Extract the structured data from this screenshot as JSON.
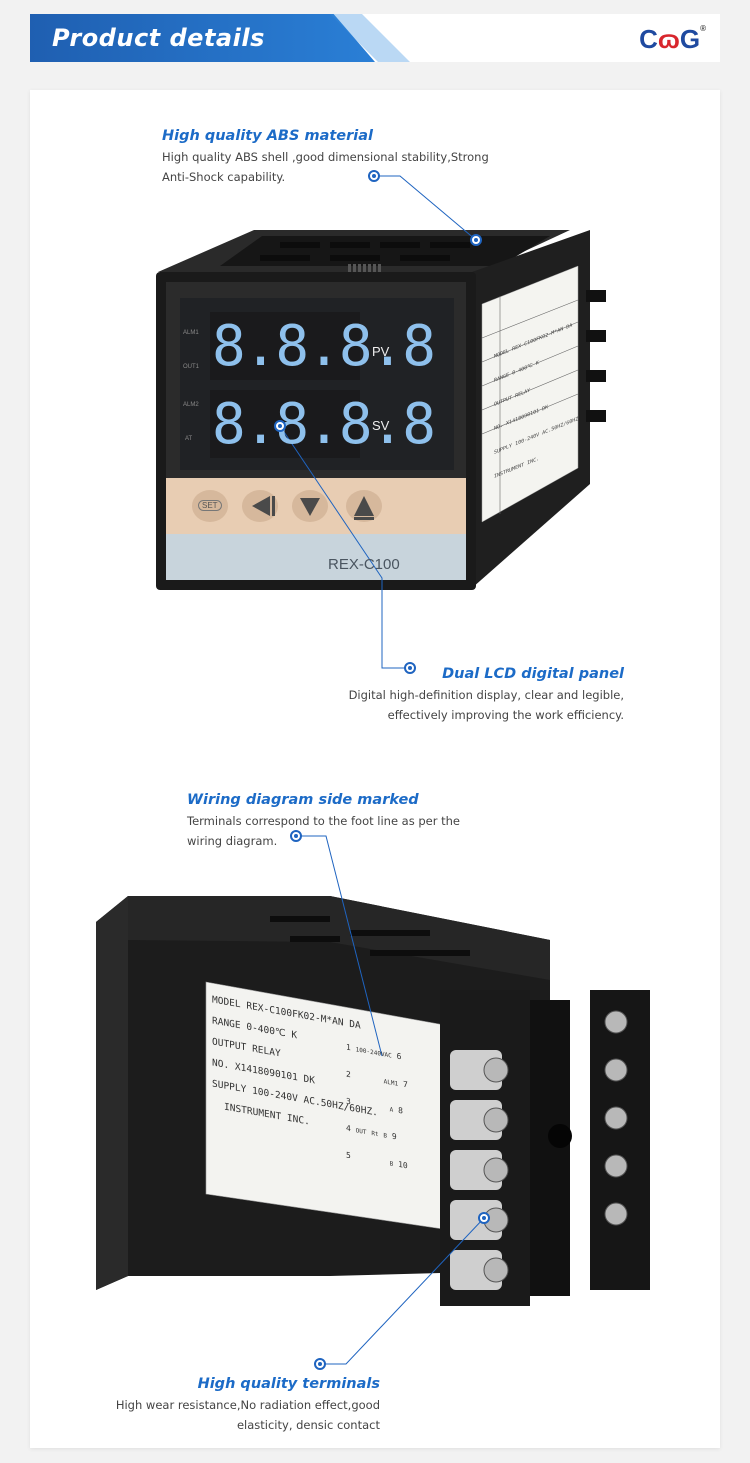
{
  "header": {
    "title": "Product details",
    "logo_left": "C",
    "logo_mid": "ɷ",
    "logo_right": "G",
    "logo_mark": "®"
  },
  "features": [
    {
      "title": "High quality ABS material",
      "lines": [
        "High quality ABS shell ,good dimensional stability,Strong",
        "Anti-Shock capability."
      ]
    },
    {
      "title": "Dual LCD digital panel",
      "lines": [
        "Digital high-definition display, clear and legible,",
        "effectively improving the work efficiency."
      ]
    },
    {
      "title": "Wiring diagram side marked",
      "lines": [
        "Terminals correspond to the foot line as per the",
        "wiring diagram."
      ]
    },
    {
      "title": "High quality terminals",
      "lines": [
        "High wear resistance,No radiation effect,good",
        "elasticity, densic contact"
      ]
    }
  ],
  "front_panel": {
    "pv_label": "PV",
    "sv_label": "SV",
    "indicators": [
      "ALM1",
      "OUT1",
      "ALM2",
      "AT"
    ],
    "pv_digits": "8.8.8.8",
    "sv_digits": "8.8.8.8",
    "set_button": "SET",
    "model_name": "REX-C100"
  },
  "label_top": {
    "rows": [
      {
        "key": "MODEL",
        "value": "REX-C100FK02-M*AN DA"
      },
      {
        "key": "RANGE",
        "value": "0-400℃ K"
      },
      {
        "key": "OUTPUT",
        "value": "RELAY"
      },
      {
        "key": "NO.",
        "value": "X1418090101 DK"
      },
      {
        "key": "SUPPLY",
        "value": "100-240V AC.50HZ/60HZ"
      }
    ],
    "footer": "INSTRUMENT INC."
  },
  "label_side": {
    "rows": [
      {
        "key": "MODEL",
        "value": "REX-C100FK02-M*AN DA"
      },
      {
        "key": "RANGE",
        "value": "0-400℃ K"
      },
      {
        "key": "OUTPUT",
        "value": "RELAY"
      },
      {
        "key": "NO.",
        "value": "X1418090101 DK"
      },
      {
        "key": "SUPPLY",
        "value": "100-240V AC.50HZ/60HZ."
      }
    ],
    "footer": "INSTRUMENT INC.",
    "terminals_left": [
      "1",
      "2",
      "3",
      "4",
      "5"
    ],
    "terminals_right": [
      "6",
      "7",
      "8",
      "9",
      "10"
    ],
    "supply_note": "100-240VAC",
    "alarm_note": "ALM1",
    "out_note": "OUT",
    "rt_note": "Rt",
    "ab_notes": [
      "A",
      "B",
      "B"
    ]
  },
  "colors": {
    "accent": "#1c6bc7",
    "banner": "#2470c8",
    "body": "#1e1e1e",
    "lcd": "#8ec0ec",
    "button_bar": "#e8cdb3"
  }
}
